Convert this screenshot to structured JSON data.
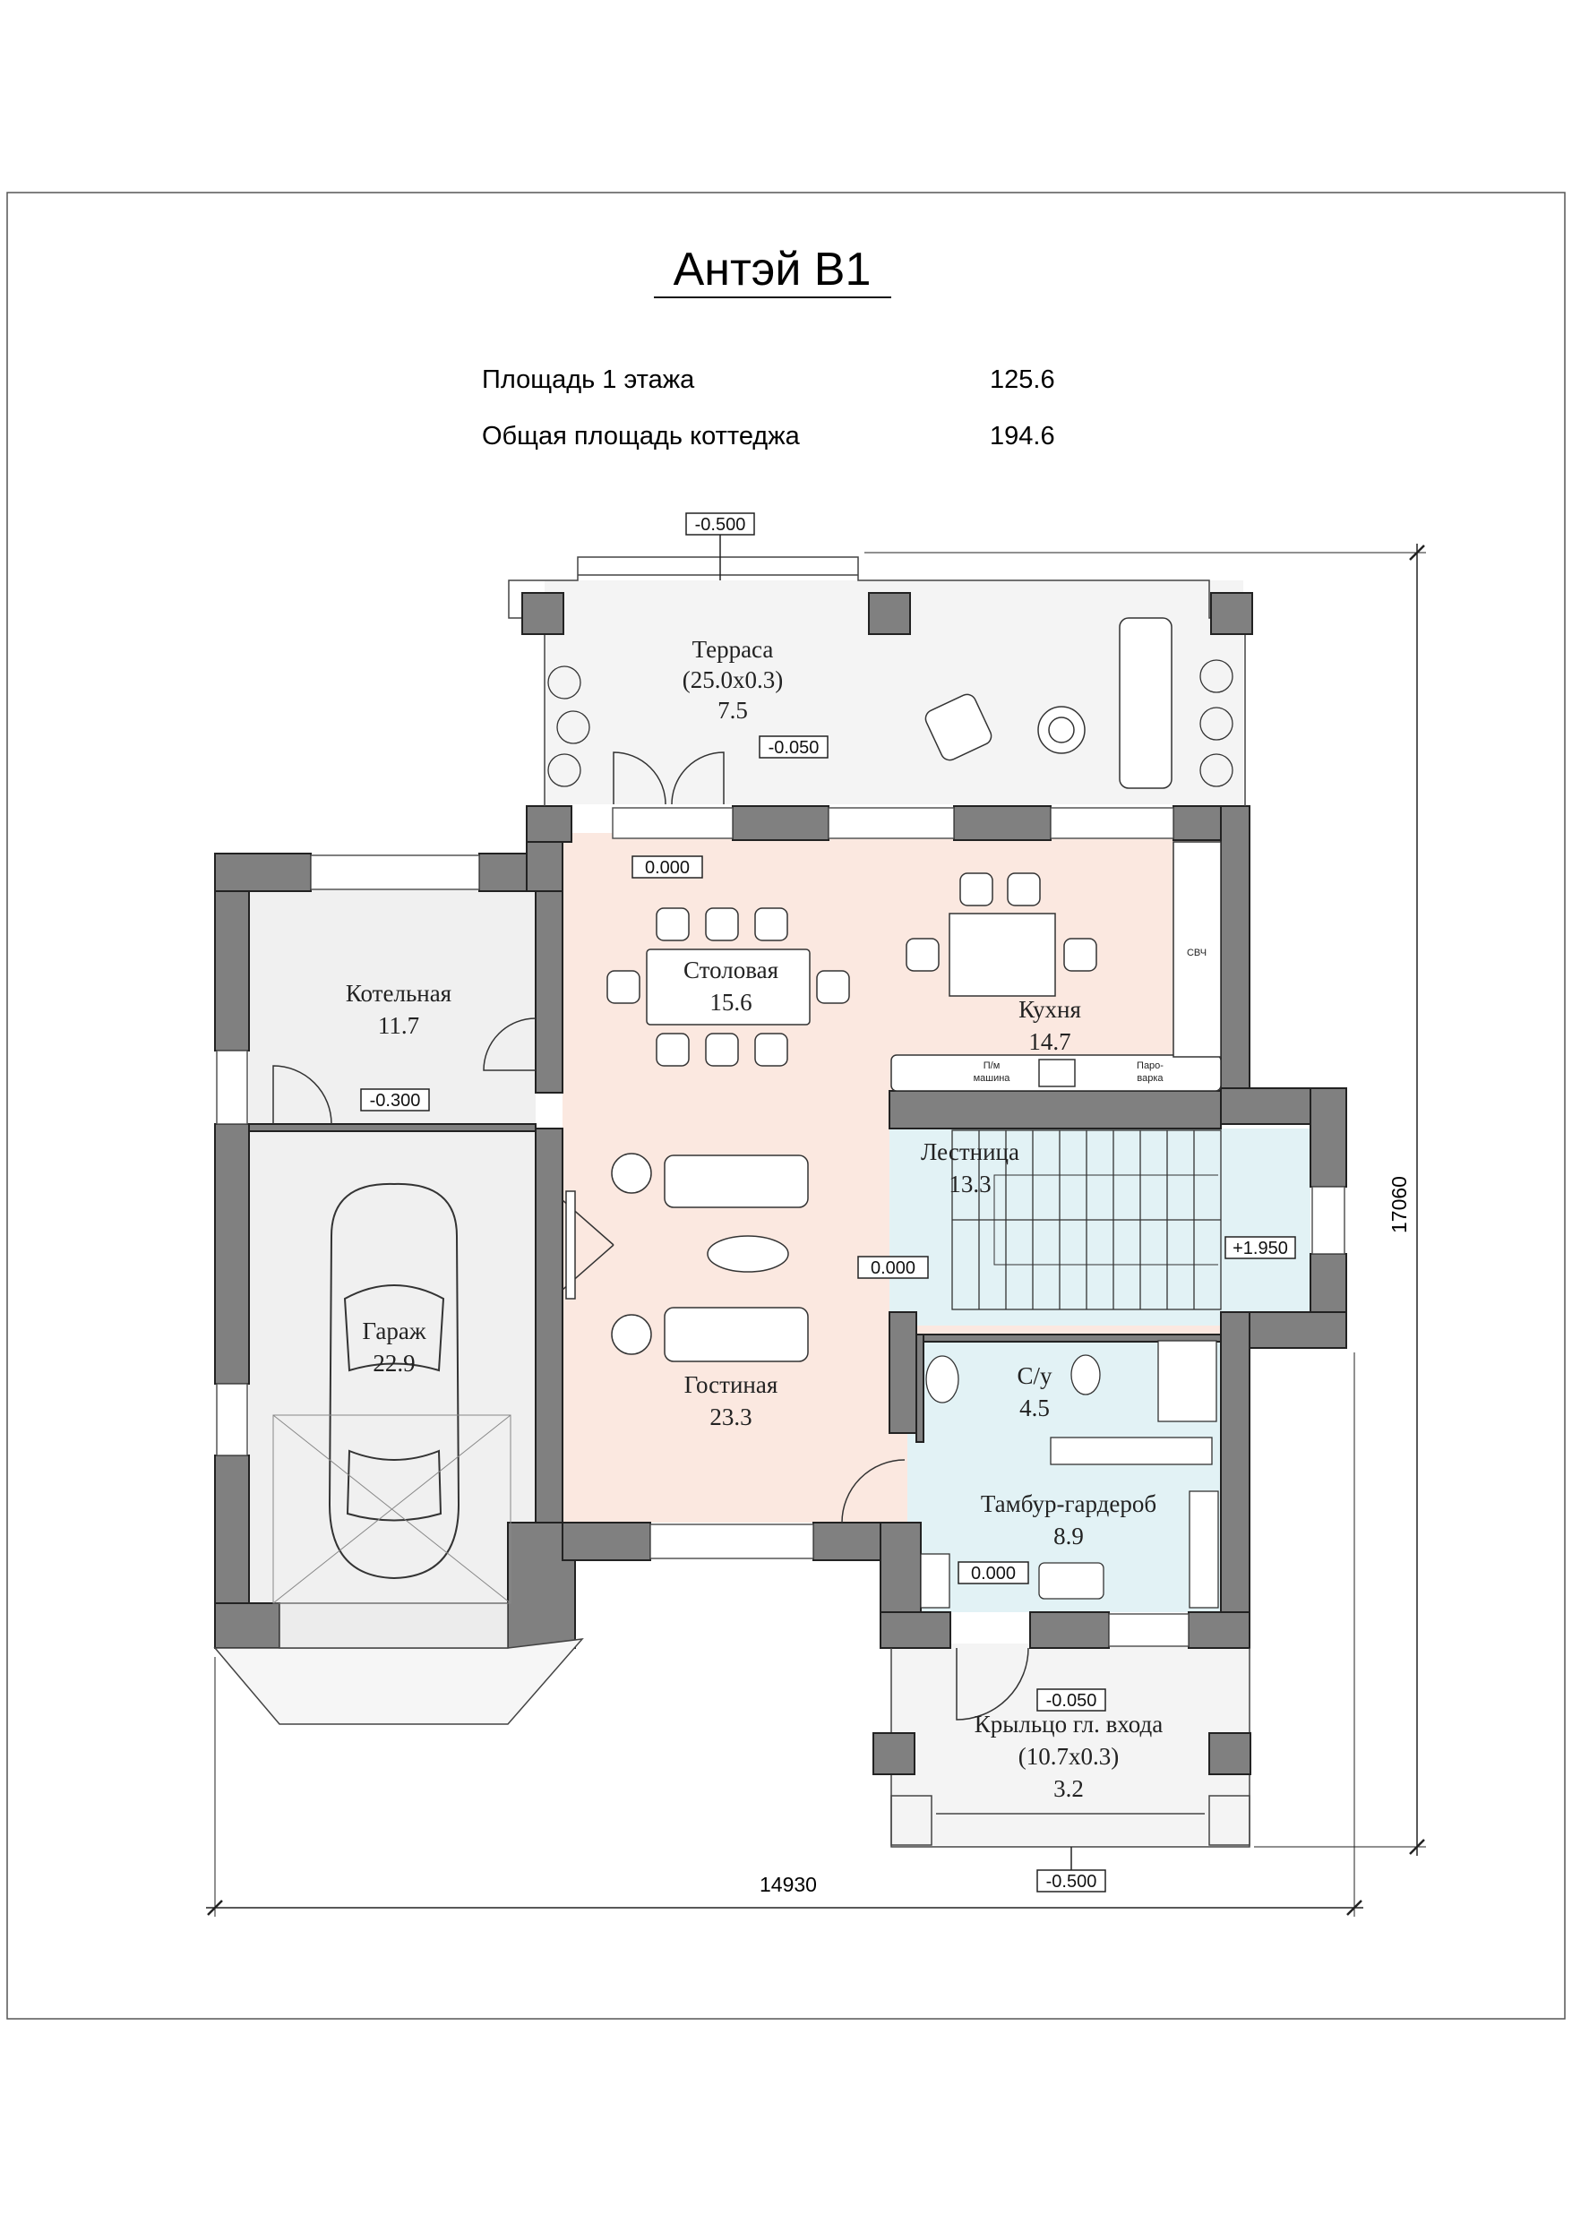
{
  "title": "Антэй В1",
  "areas": [
    {
      "label": "Площадь 1 этажа",
      "value": "125.6"
    },
    {
      "label": "Общая площадь коттеджа",
      "value": "194.6"
    }
  ],
  "rooms": {
    "terrace": {
      "name": "Терраса",
      "size": "(25.0x0.3)",
      "area": "7.5"
    },
    "boiler": {
      "name": "Котельная",
      "area": "11.7"
    },
    "dining": {
      "name": "Столовая",
      "area": "15.6"
    },
    "kitchen": {
      "name": "Кухня",
      "area": "14.7"
    },
    "stairs": {
      "name": "Лестница",
      "area": "13.3"
    },
    "garage": {
      "name": "Гараж",
      "area": "22.9"
    },
    "living": {
      "name": "Гостиная",
      "area": "23.3"
    },
    "wc": {
      "name": "С/у",
      "area": "4.5"
    },
    "vestibule": {
      "name": "Тамбур-гардероб",
      "area": "8.9"
    },
    "porch": {
      "name": "Крыльцо гл. входа",
      "size": "(10.7x0.3)",
      "area": "3.2"
    }
  },
  "levels": {
    "terrace_top": "-0.500",
    "terrace": "-0.050",
    "dining": "0.000",
    "boiler": "-0.300",
    "stairs_left": "0.000",
    "stairs_up": "+1.950",
    "vestibule": "0.000",
    "porch": "-0.050",
    "porch_bottom": "-0.500"
  },
  "appliances": {
    "microwave": "СВЧ",
    "washer_line1": "П/м",
    "washer_line2": "машина",
    "oven_line1": "Паро-",
    "oven_line2": "варка"
  },
  "dimensions": {
    "width": "14930",
    "height": "17060"
  },
  "colors": {
    "wall": "#808080",
    "wall_stroke": "#222222",
    "living_fill": "#fbe8e0",
    "stairs_fill": "#e2f2f5",
    "garage_fill": "#f0f0f0",
    "terrace_fill": "#f4f4f4"
  }
}
